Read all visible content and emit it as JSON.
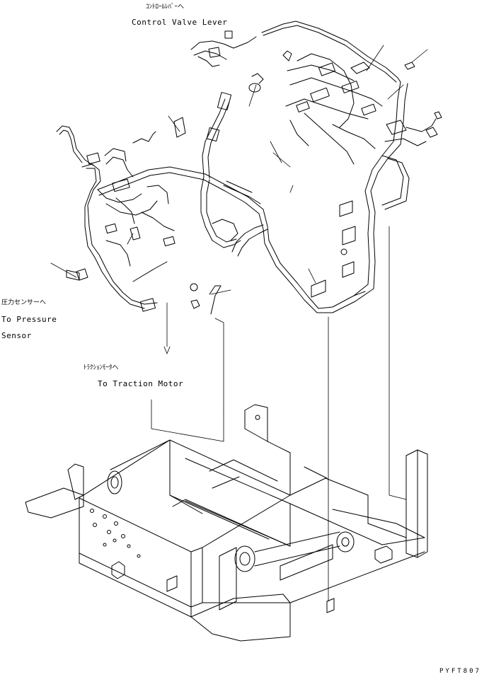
{
  "labels": {
    "control_valve_lever_jp": "ｺﾝﾄﾛｰﾙﾚﾊﾞｰへ",
    "control_valve_lever": "Control Valve Lever",
    "to_pressure_sensor_jp": "圧力センサーへ",
    "to_pressure": "To Pressure",
    "sensor": "Sensor",
    "to_traction_motor_jp": "ﾄﾗｸｼｮﾝﾓｰﾀへ",
    "to_traction_motor": "To Traction Motor",
    "drawing_code": "PYFT807"
  }
}
